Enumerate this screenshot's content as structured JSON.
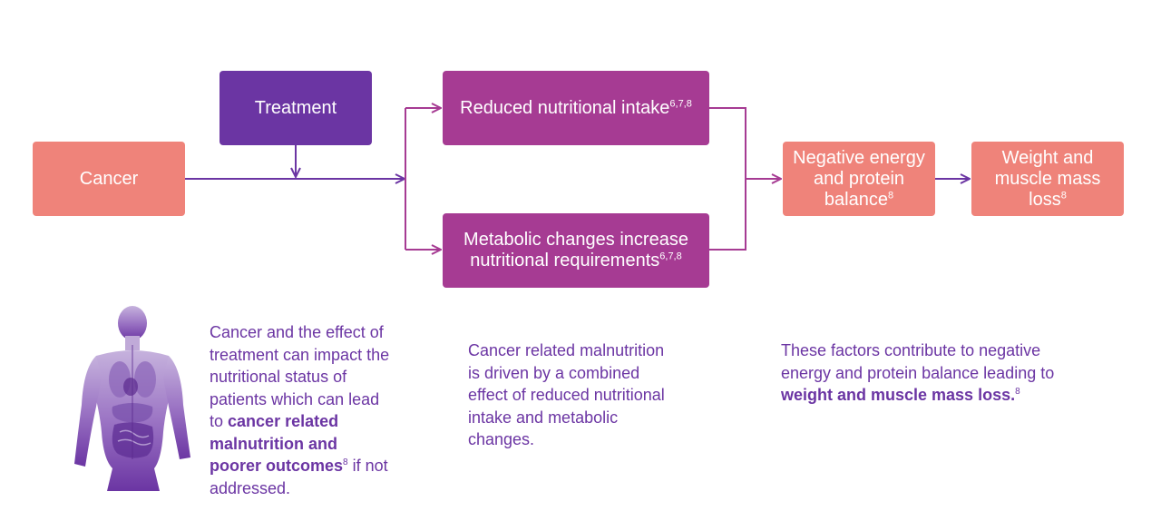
{
  "boxes": {
    "cancer": "Cancer",
    "treatment": "Treatment",
    "reduced": {
      "text": "Reduced nutritional intake",
      "sup": "6,7,8"
    },
    "metabolic": {
      "text": "Metabolic changes increase nutritional requirements",
      "sup": "6,7,8"
    },
    "negative": {
      "text": "Negative energy and protein balance",
      "sup": "8"
    },
    "weight": {
      "text": "Weight and muscle mass loss",
      "sup": "8"
    }
  },
  "left_text": {
    "intro": "Cancer and the effect of treatment can impact the nutritional status of patients which can lead to",
    "bold": "cancer related malnutrition and poorer outcomes",
    "sup": "8",
    "outro": "if not addressed."
  },
  "middle_text": "Cancer related malnutrition is driven by a combined effect of reduced nutritional intake and metabolic changes.",
  "right_text": {
    "intro": "These factors contribute to negative energy and protein balance leading to",
    "bold": "weight and muscle mass loss.",
    "sup": "8"
  },
  "colors": {
    "coral": "#ef837a",
    "purple": "#6b35a3",
    "magenta": "#a63b93",
    "text": "#6b35a3"
  },
  "icons": {
    "figure": "human-anatomy-icon"
  }
}
